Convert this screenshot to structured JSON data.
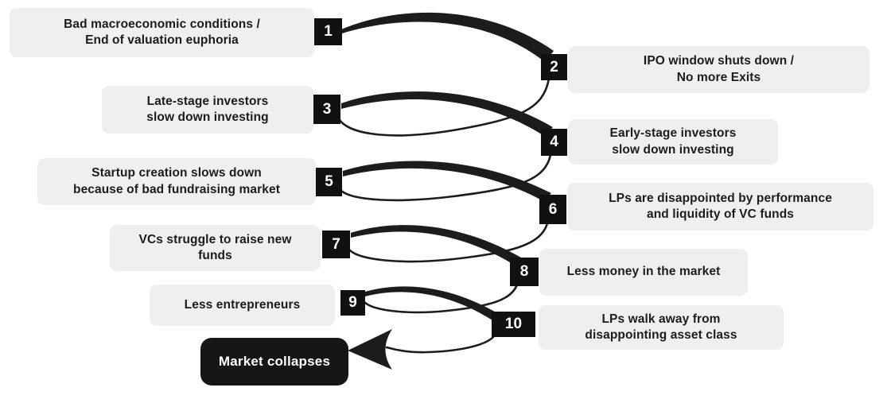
{
  "diagram": {
    "description": "Downward spiral diagram of venture market collapse",
    "colors": {
      "background": "#ffffff",
      "box_bg": "#efefef",
      "ink": "#1c1c1a",
      "badge_bg": "#111110",
      "badge_text": "#ffffff",
      "final_bg": "#161614",
      "final_text": "#ffffff"
    },
    "steps": [
      {
        "num": "1",
        "side": "left",
        "label": "Bad macroeconomic conditions /\nEnd of valuation euphoria"
      },
      {
        "num": "2",
        "side": "right",
        "label": "IPO window shuts down /\nNo more Exits"
      },
      {
        "num": "3",
        "side": "left",
        "label": "Late-stage investors\nslow down investing"
      },
      {
        "num": "4",
        "side": "right",
        "label": "Early-stage investors\nslow down investing"
      },
      {
        "num": "5",
        "side": "left",
        "label": "Startup creation slows down\nbecause of bad fundraising market"
      },
      {
        "num": "6",
        "side": "right",
        "label": "LPs are disappointed by performance\nand liquidity of VC funds"
      },
      {
        "num": "7",
        "side": "left",
        "label": "VCs struggle to raise new\nfunds"
      },
      {
        "num": "8",
        "side": "right",
        "label": "Less money in the market"
      },
      {
        "num": "9",
        "side": "left",
        "label": "Less entrepreneurs"
      },
      {
        "num": "10",
        "side": "right",
        "label": "LPs walk away from\ndisappointing asset class"
      }
    ],
    "final": {
      "label": "Market collapses"
    }
  }
}
